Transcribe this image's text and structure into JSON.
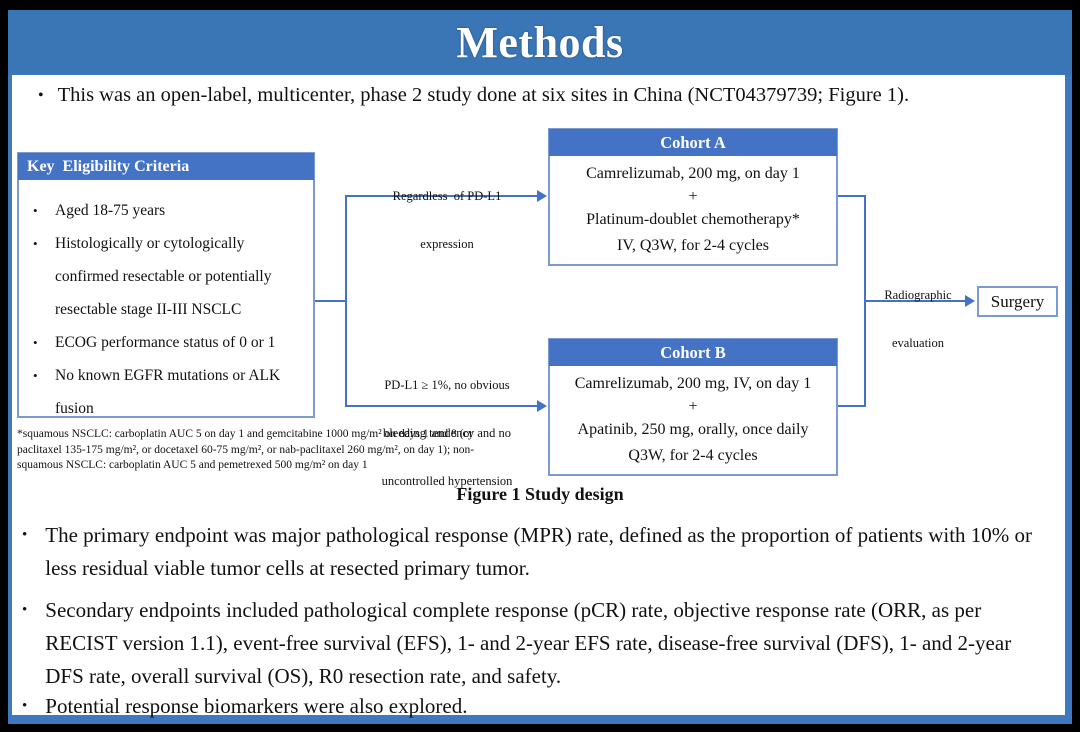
{
  "slide": {
    "title": "Methods",
    "intro_bullet": "This was an open-label, multicenter, phase 2 study done at six sites in China (NCT04379739; Figure 1).",
    "figure_caption": "Figure 1 Study design",
    "endpoint_bullets": [
      "The primary endpoint was major pathological response (MPR) rate, defined as the proportion of patients with 10% or less residual viable tumor cells at resected primary tumor.",
      "Secondary endpoints included pathological complete response (pCR) rate, objective response rate (ORR, as per RECIST version 1.1), event-free survival (EFS), 1- and 2-year EFS rate, disease-free survival (DFS), 1- and 2-year DFS rate, overall survival (OS), R0 resection rate, and safety.",
      "Potential response biomarkers were also explored."
    ],
    "bullet_glyph": "•",
    "colors": {
      "banner_blue": "#3a75b5",
      "frame_blue": "#3e78be",
      "header_blue": "#4472c4",
      "box_border_blue": "#7d9ad0",
      "text": "#111111",
      "background_outer": "#000000",
      "slide_background": "#ffffff"
    }
  },
  "diagram": {
    "eligibility": {
      "header": "Key  Eligibility Criteria",
      "items": [
        "Aged 18-75 years",
        "Histologically or cytologically confirmed resectable or potentially resectable stage II-III NSCLC",
        "ECOG performance status of 0 or 1",
        "No known EGFR mutations or ALK fusion"
      ]
    },
    "footnote_lines": [
      "*squamous NSCLC: carboplatin AUC 5 on day 1 and gemcitabine 1000 mg/m² on days 1 and 8 (or",
      "paclitaxel 135-175 mg/m², or docetaxel 60-75 mg/m², or nab-paclitaxel 260 mg/m², on day 1); non-",
      "squamous NSCLC: carboplatin AUC 5 and pemetrexed 500 mg/m² on day 1"
    ],
    "branch_label_top": {
      "line1": "Regardless  of PD-L1",
      "line2": "expression"
    },
    "branch_label_bottom": {
      "line1": "PD-L1 ≥ 1%, no obvious",
      "line2": "bleeding tendency and no",
      "line3": "uncontrolled hypertension"
    },
    "cohort_a": {
      "header": "Cohort A",
      "lines": [
        "Camrelizumab, 200 mg, on day 1",
        "+",
        "Platinum-doublet chemotherapy*",
        "IV, Q3W, for 2-4 cycles"
      ]
    },
    "cohort_b": {
      "header": "Cohort B",
      "lines": [
        "Camrelizumab, 200 mg, IV, on day 1",
        "+",
        "Apatinib, 250 mg, orally, once daily",
        "Q3W, for 2-4 cycles"
      ]
    },
    "evaluation_label": {
      "line1": "Radiographic",
      "line2": "evaluation"
    },
    "surgery_label": "Surgery"
  }
}
